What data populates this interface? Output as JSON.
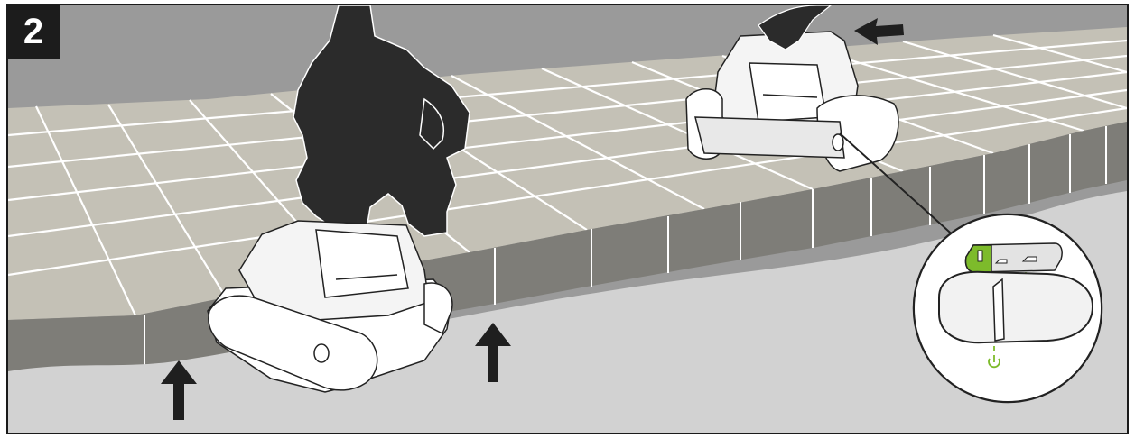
{
  "step": {
    "number": "2"
  },
  "scene": {
    "elements": [
      "step-number-badge",
      "pool-deck-tiles",
      "crouching-person-silhouette",
      "robot-cleaner-lifted",
      "robot-cleaner-placed",
      "arrow-left-icon",
      "arrow-up-icon",
      "power-button-callout"
    ]
  },
  "colors": {
    "badge_bg": "#1c1c1c",
    "wall": "#9a9a9a",
    "deck_tile": "#c4c1b6",
    "grout": "#ffffff",
    "coping_side": "#7e7d78",
    "pool_water": "#d2d2d2",
    "silhouette": "#2b2b2b",
    "robot_body": "#ffffff",
    "indicator_green": "#7dbb2b"
  },
  "callout": {
    "icons": [
      "power-icon",
      "mode-floor-icon",
      "mode-wall-icon",
      "mode-waterline-icon"
    ]
  }
}
